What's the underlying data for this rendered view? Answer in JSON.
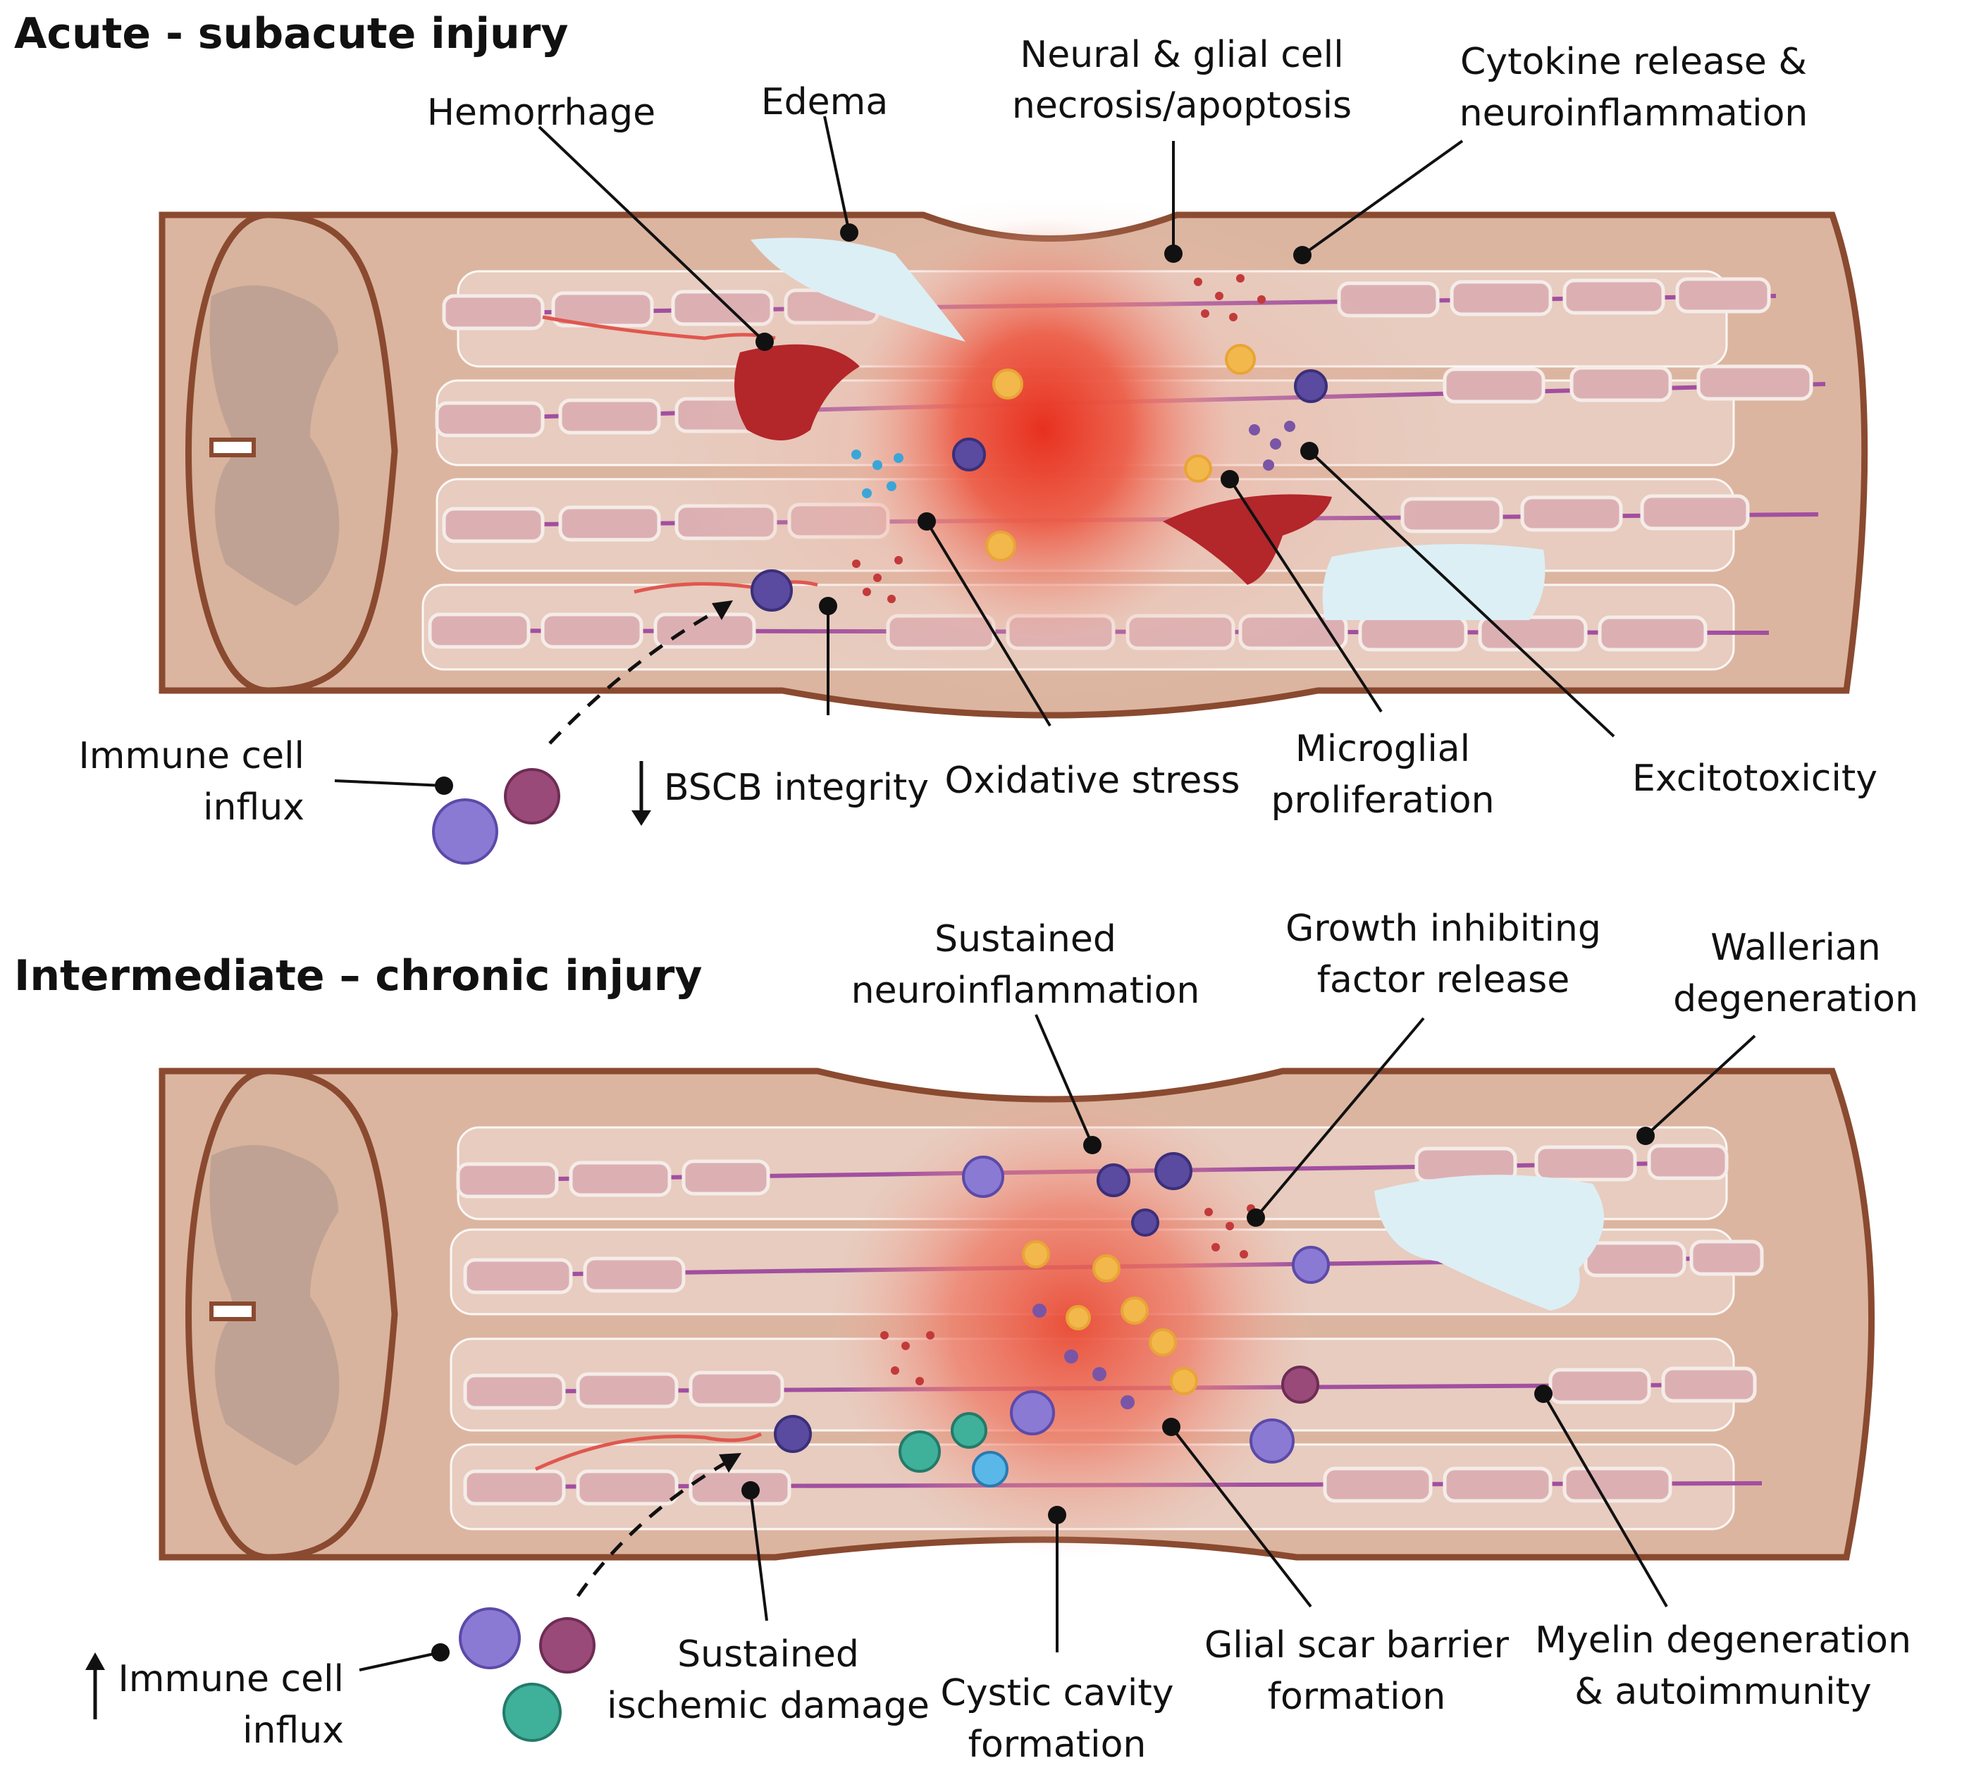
{
  "panels": [
    {
      "title": "Acute - subacute injury",
      "labels": {
        "hemorrhage": "Hemorrhage",
        "edema": "Edema",
        "necrosis_l1": "Neural & glial cell",
        "necrosis_l2": "necrosis/apoptosis",
        "cytokine_l1": "Cytokine release &",
        "cytokine_l2": "neuroinflammation",
        "immune_l1": "Immune cell",
        "immune_l2": "influx",
        "bscb": "BSCB integrity",
        "oxidative": "Oxidative stress",
        "microglial_l1": "Microglial",
        "microglial_l2": "proliferation",
        "excitotoxicity": "Excitotoxicity"
      }
    },
    {
      "title": "Intermediate – chronic injury",
      "labels": {
        "sustained_neuro_l1": "Sustained",
        "sustained_neuro_l2": "neuroinflammation",
        "growth_l1": "Growth inhibiting",
        "growth_l2": "factor release",
        "wallerian_l1": "Wallerian",
        "wallerian_l2": "degeneration",
        "immune_l1": "Immune cell",
        "immune_l2": "influx",
        "ischemic_l1": "Sustained",
        "ischemic_l2": "ischemic damage",
        "cystic_l1": "Cystic cavity",
        "cystic_l2": "formation",
        "glial_l1": "Glial scar barrier",
        "glial_l2": "formation",
        "myelin_l1": "Myelin degeneration",
        "myelin_l2": "& autoimmunity"
      }
    }
  ],
  "colors": {
    "cord": "#dcb5a0",
    "cord_outline": "#8a4a30",
    "lesion": "#e83a2a",
    "hemorrhage": "#b3262a",
    "edema": "#dceff5",
    "axon": "#a24fa0"
  }
}
